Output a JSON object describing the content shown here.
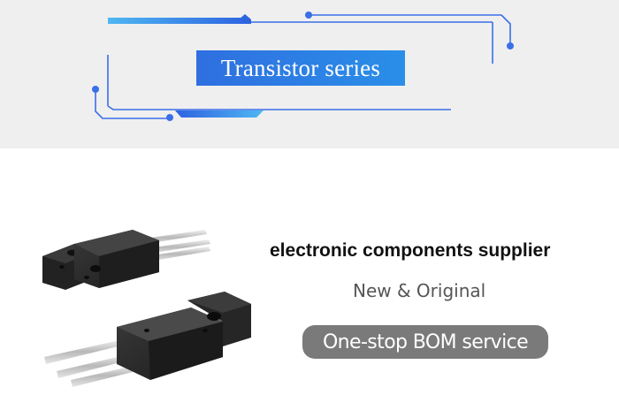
{
  "banner": {
    "title": "Transistor series",
    "accent_color": "#2f6fe0",
    "line_color": "#3a6fe8"
  },
  "product": {
    "image": "two-transistors-image",
    "tagline": "electronic components supplier",
    "subline": "New & Original",
    "service_label": "One-stop BOM service",
    "pill_color": "#7a7a7a"
  }
}
